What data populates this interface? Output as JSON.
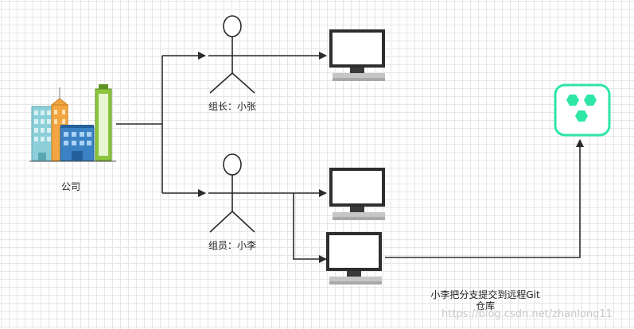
{
  "nodes": {
    "company": {
      "label": "公司"
    },
    "leader": {
      "label": "组长：小张"
    },
    "member": {
      "label": "组员：小李"
    },
    "remote": {
      "label_line1": "小李把分支提交到远程Git",
      "label_line2": "仓库"
    }
  },
  "watermark": "https://blog.csdn.net/zhanlong11",
  "icons": {
    "company": "buildings-icon",
    "person": "stick-figure-icon",
    "computer": "monitor-icon",
    "remote_repo": "git-repository-icon"
  },
  "colors": {
    "line": "#2b2b2b",
    "repo_accent": "#2ee6a6",
    "building_blue": "#3b82c4",
    "building_orange": "#f2a541",
    "building_green": "#8cc63f",
    "building_teal": "#8ccfd8"
  }
}
